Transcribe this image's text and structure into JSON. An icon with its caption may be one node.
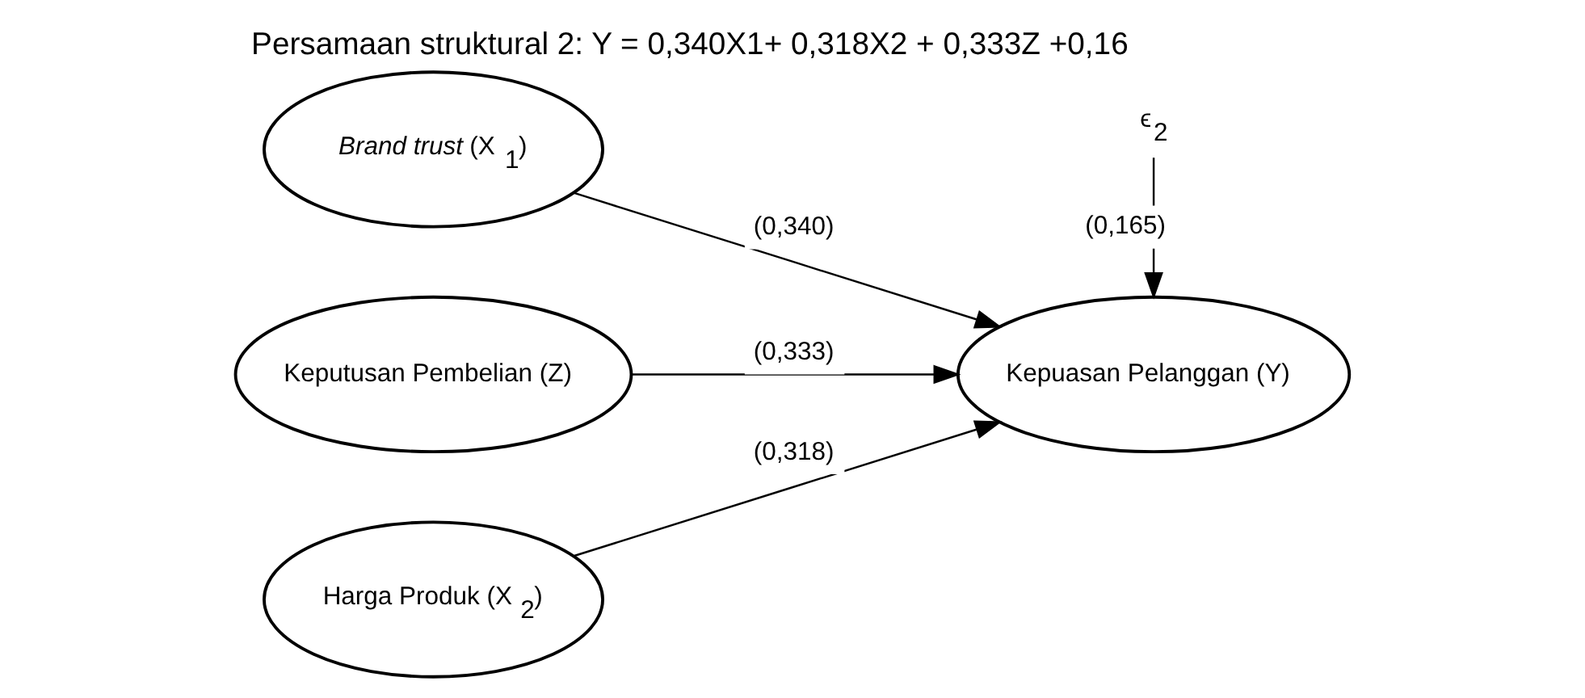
{
  "diagram": {
    "title": "Persamaan struktural 2: Y = 0,340X1+ 0,318X2 + 0,333Z +0,16",
    "nodes": [
      {
        "text": [
          "*Brand trust* (X$_{1}$)"
        ]
      },
      {
        "text": [
          "Keputusan Pembelian (Z)"
        ]
      },
      {
        "text": [
          "Kepuasan Pelanggan (Y)"
        ]
      },
      {
        "text": [
          "Harga Produk (X$_{2}$)"
        ]
      },
      {
        "text": [
          "ϵ$_{2}$"
        ]
      }
    ],
    "edges": [
      {
        "from": 0,
        "to": 2,
        "arrow": "to",
        "label": "(0,340)"
      },
      {
        "from": 1,
        "to": 2,
        "arrow": "to",
        "label": "(0,333)"
      },
      {
        "from": 3,
        "to": 2,
        "arrow": "to",
        "label": "(0,318)"
      },
      {
        "from": 4,
        "to": 2,
        "arrow": "to",
        "label": "(0,165)"
      }
    ]
  }
}
